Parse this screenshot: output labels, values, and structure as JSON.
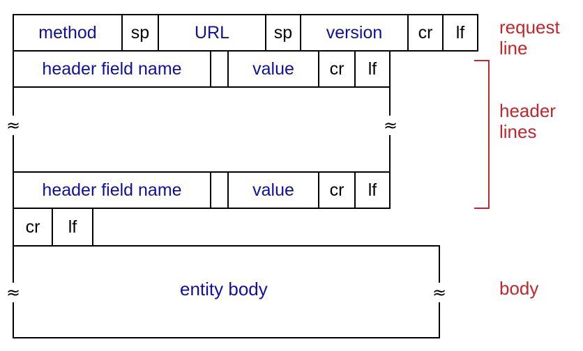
{
  "request_line": {
    "method": "method",
    "sp1": "sp",
    "url": "URL",
    "sp2": "sp",
    "version": "version",
    "cr": "cr",
    "lf": "lf"
  },
  "header_line": {
    "name": "header field name",
    "value": "value",
    "cr": "cr",
    "lf": "lf"
  },
  "blank_line": {
    "cr": "cr",
    "lf": "lf"
  },
  "entity_body": "entity body",
  "labels": {
    "request_line": "request line",
    "header_lines": "header lines",
    "body": "body"
  },
  "break_symbol": "≈",
  "colors": {
    "field_text": "#10109e",
    "label_text": "#c0272d",
    "border": "#000000"
  }
}
